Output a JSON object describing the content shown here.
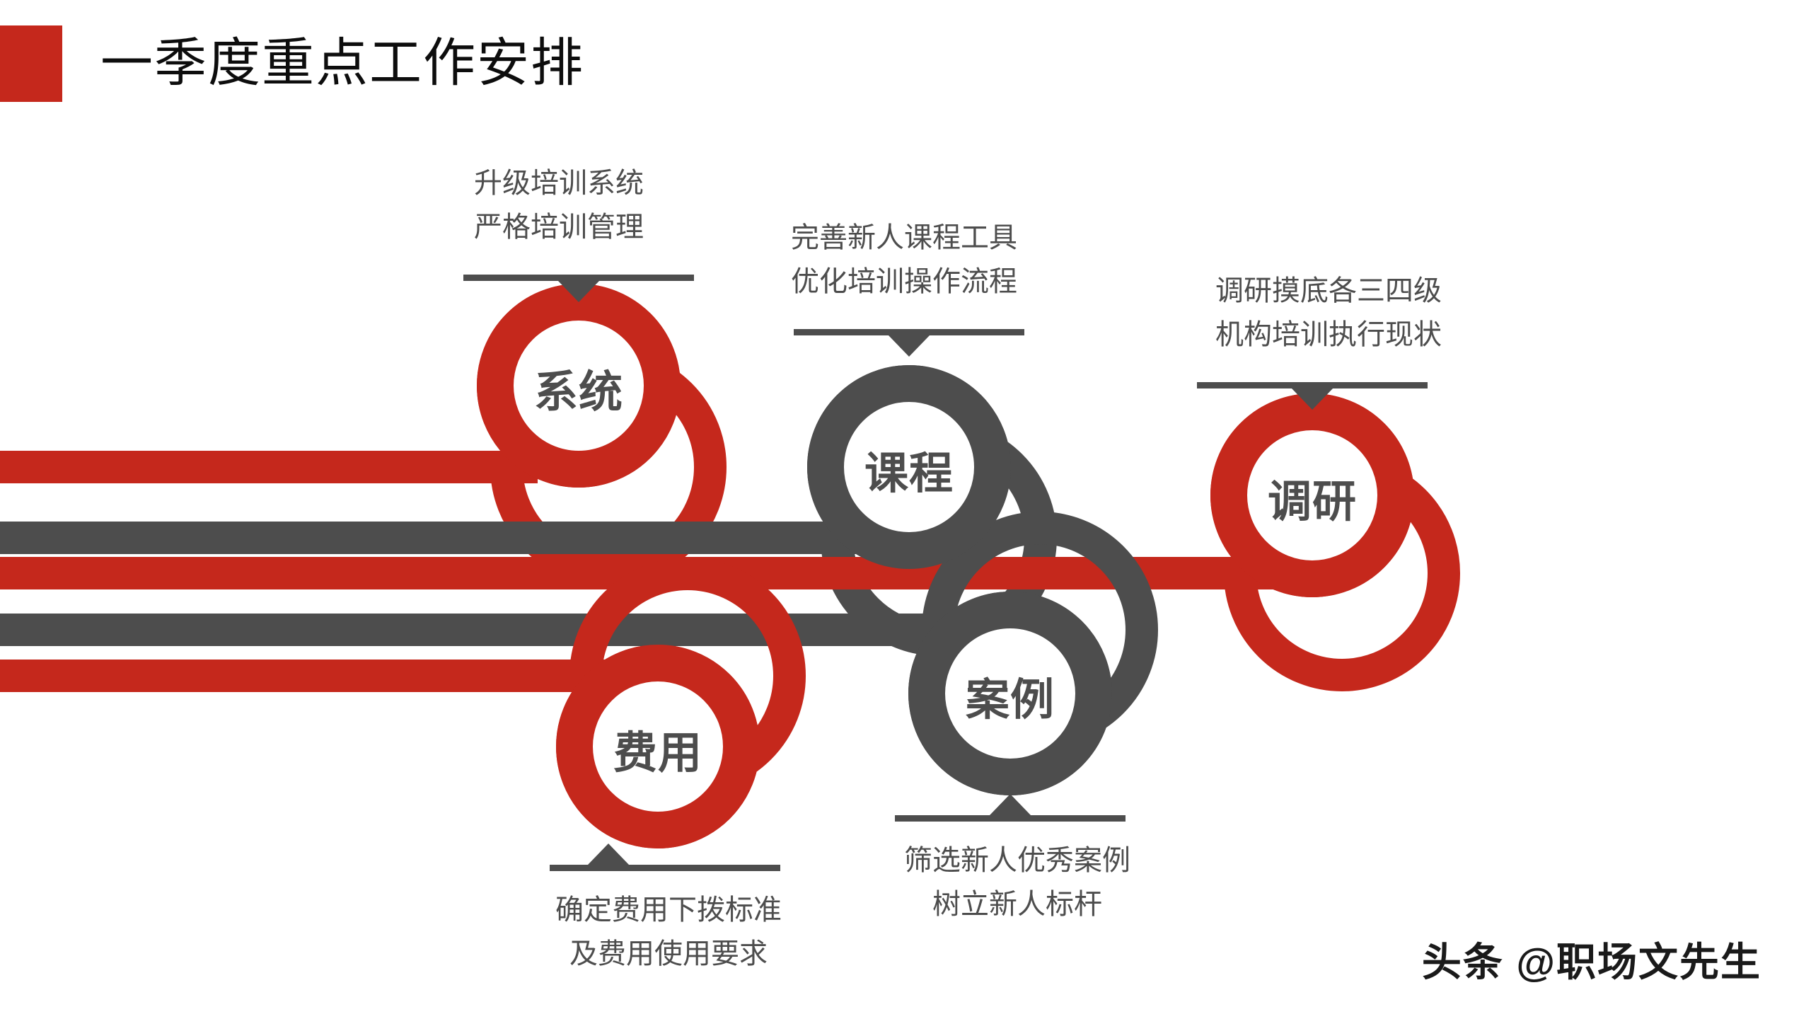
{
  "header": {
    "title": "一季度重点工作安排",
    "accent_color": "#C5281C"
  },
  "colors": {
    "red": "#C5281C",
    "gray": "#4D4D4D",
    "background": "#FFFFFF"
  },
  "nodes": [
    {
      "id": "system",
      "ring_label": "系统",
      "color": "#C5281C",
      "caption_position": "above",
      "caption_lines": [
        "升级培训系统",
        "严格培训管理"
      ]
    },
    {
      "id": "course",
      "ring_label": "课程",
      "color": "#4D4D4D",
      "caption_position": "above",
      "caption_lines": [
        "完善新人课程工具",
        "优化培训操作流程"
      ]
    },
    {
      "id": "research",
      "ring_label": "调研",
      "color": "#C5281C",
      "caption_position": "above",
      "caption_lines": [
        "调研摸底各三四级",
        "机构培训执行现状"
      ]
    },
    {
      "id": "case",
      "ring_label": "案例",
      "color": "#4D4D4D",
      "caption_position": "below",
      "caption_lines": [
        "筛选新人优秀案例",
        "树立新人标杆"
      ]
    },
    {
      "id": "fee",
      "ring_label": "费用",
      "color": "#C5281C",
      "caption_position": "below",
      "caption_lines": [
        "确定费用下拨标准",
        "及费用使用要求"
      ]
    }
  ],
  "watermark": {
    "text": "头条 @职场文先生"
  }
}
